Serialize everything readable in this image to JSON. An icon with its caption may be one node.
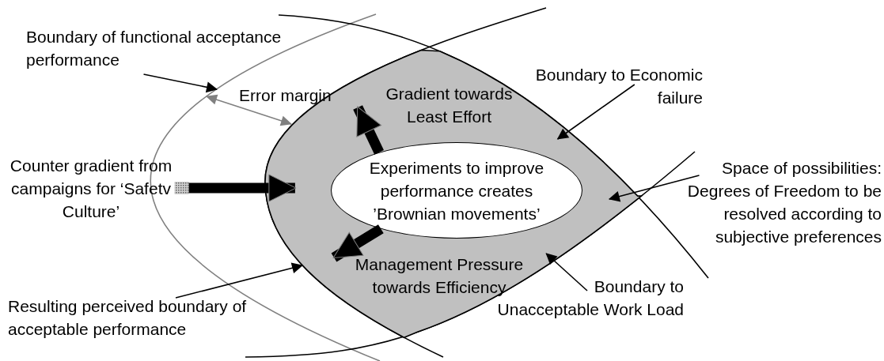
{
  "diagram": {
    "nodes": [
      {
        "text": [],
        "shape": "lens"
      },
      {
        "text": [
          "Experiments to improve performance creates ’Brownian movements’"
        ],
        "in": 0
      },
      {
        "text": [
          "Gradient towards Least Effort"
        ],
        "in": 0
      },
      {
        "text": [
          "Management Pressure towards Efficiency"
        ],
        "in": 0
      },
      {
        "text": [
          "Boundary of functional acceptance performance"
        ]
      },
      {
        "text": [
          "Counter gradient from campaigns for ‘Safetv Culture’"
        ]
      },
      {
        "text": [
          "Resulting perceived boundary of acceptable performance"
        ]
      },
      {
        "text": [
          "Boundary to Economic failure"
        ]
      },
      {
        "text": [
          "Space of possibilities: Degrees of Freedom to be resolved according to subjective preferences"
        ]
      },
      {
        "text": [
          "Boundary to Unacceptable Work Load"
        ]
      }
    ],
    "edges": [
      {
        "from": 1,
        "to": 2,
        "arrow": "to",
        "style": "thick"
      },
      {
        "from": 1,
        "to": 3,
        "arrow": "to",
        "style": "thick"
      },
      {
        "from": 5,
        "to": 0,
        "arrow": "to",
        "style": "thick"
      },
      {
        "from": 4,
        "to": null,
        "arrow": "to"
      },
      {
        "from": 6,
        "to": 0,
        "arrow": "to"
      },
      {
        "from": 7,
        "to": 0,
        "arrow": "to"
      },
      {
        "from": 8,
        "to": 0,
        "arrow": "to"
      },
      {
        "from": 9,
        "to": 0,
        "arrow": "to"
      }
    ],
    "labels": [
      "Error margin"
    ]
  }
}
